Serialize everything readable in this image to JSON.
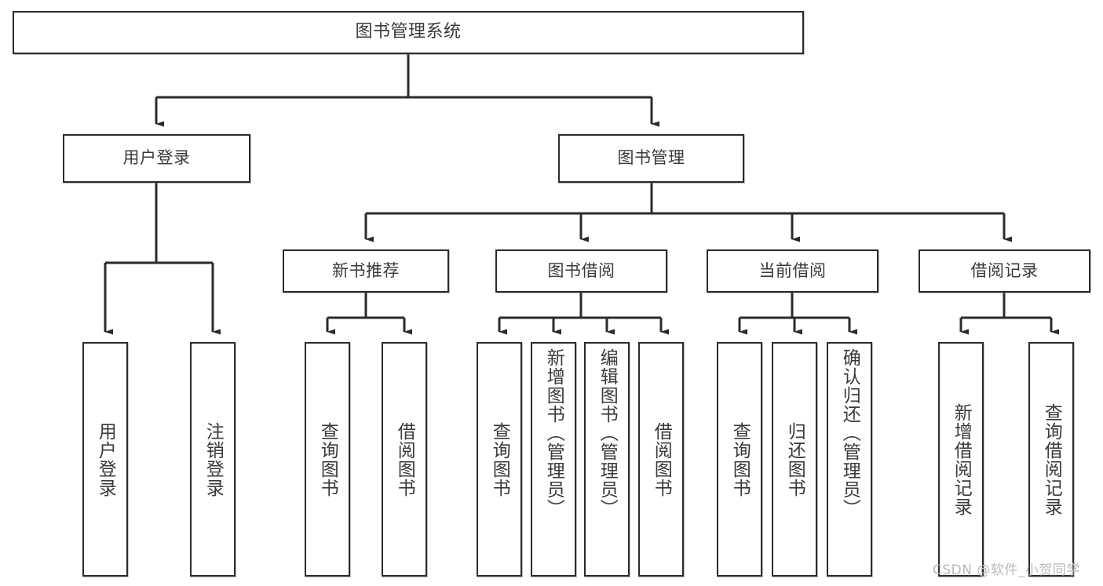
{
  "diagram": {
    "title": "图书管理系统",
    "type": "tree-hierarchy-chart",
    "orientation": "top-down",
    "style": {
      "box_border_color": "#2b2b2b",
      "box_fill_color": "#ffffff",
      "text_color": "#3a3a3a",
      "edge_color": "#2b2b2b",
      "background": "#ffffff"
    }
  },
  "nodes": {
    "root": {
      "label": "图书管理系统"
    },
    "level1": [
      {
        "label": "用户登录"
      },
      {
        "label": "图书管理"
      }
    ],
    "level2": [
      {
        "label": "新书推荐"
      },
      {
        "label": "图书借阅"
      },
      {
        "label": "当前借阅"
      },
      {
        "label": "借阅记录"
      }
    ],
    "leaves": {
      "user_login": [
        {
          "label": "用户登录"
        },
        {
          "label": "注销登录"
        }
      ],
      "new_book_recommend": [
        {
          "label": "查询图书"
        },
        {
          "label": "借阅图书"
        }
      ],
      "book_borrow": [
        {
          "label": "查询图书"
        },
        {
          "label": "新增图书（管理员）"
        },
        {
          "label": "编辑图书（管理员）"
        },
        {
          "label": "借阅图书"
        }
      ],
      "current_borrow": [
        {
          "label": "查询图书"
        },
        {
          "label": "归还图书"
        },
        {
          "label": "确认归还（管理员）"
        }
      ],
      "borrow_record": [
        {
          "label": "新增借阅记录"
        },
        {
          "label": "查询借阅记录"
        }
      ]
    }
  },
  "watermark": {
    "text": "CSDN @软件_小贺同学"
  }
}
